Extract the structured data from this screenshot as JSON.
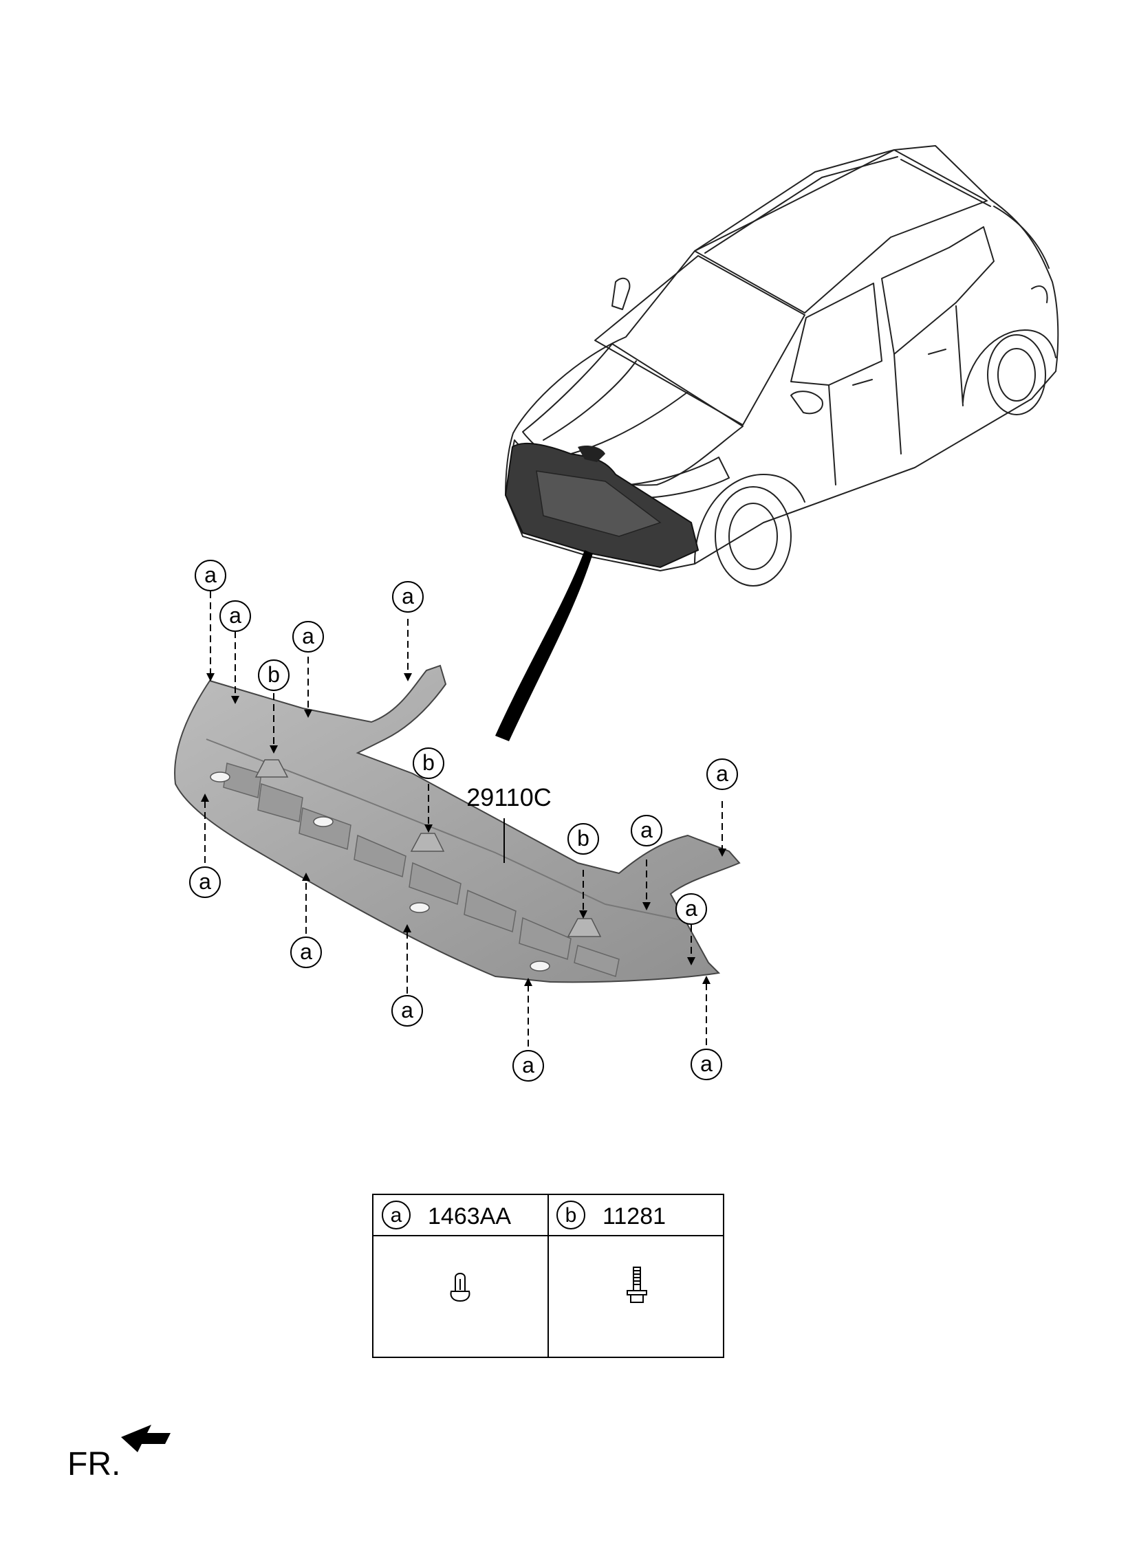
{
  "callouts": {
    "a": "a",
    "b": "b"
  },
  "part_label": "29110C",
  "legend": {
    "items": [
      {
        "letter": "a",
        "part": "1463AA"
      },
      {
        "letter": "b",
        "part": "11281"
      }
    ]
  },
  "direction": {
    "label": "FR."
  }
}
